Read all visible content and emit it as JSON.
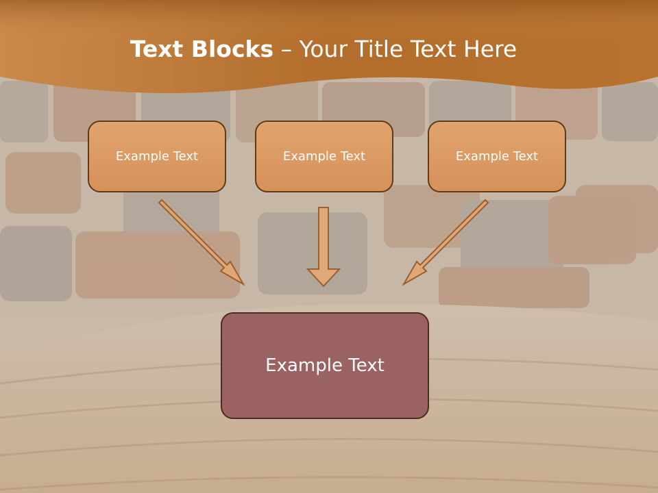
{
  "title": {
    "bold": "Text Blocks",
    "dash": "–",
    "rest": "Your Title Text Here"
  },
  "blocks": [
    {
      "text": "Example Text"
    },
    {
      "text": "Example Text"
    },
    {
      "text": "Example Text"
    }
  ],
  "target": {
    "text": "Example Text"
  },
  "colors": {
    "banner": "#b8722e",
    "block_fill": "#dc9c64",
    "target_fill": "#9a6262",
    "border": "#5e3a15"
  }
}
